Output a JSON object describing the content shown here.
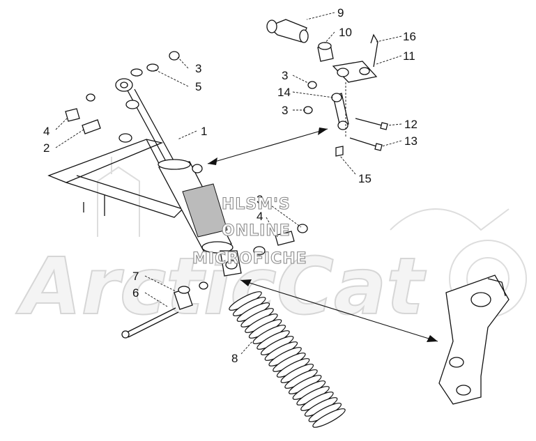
{
  "watermark": {
    "lines": [
      "HLSM'S",
      "ONLINE",
      "MICROFICHE"
    ],
    "brand": "ArcticCat"
  },
  "callouts": [
    {
      "id": "c9",
      "text": "9"
    },
    {
      "id": "c10",
      "text": "10"
    },
    {
      "id": "c16",
      "text": "16"
    },
    {
      "id": "c11",
      "text": "11"
    },
    {
      "id": "c3a",
      "text": "3"
    },
    {
      "id": "c5",
      "text": "5"
    },
    {
      "id": "c3b",
      "text": "3"
    },
    {
      "id": "c14",
      "text": "14"
    },
    {
      "id": "c3c",
      "text": "3"
    },
    {
      "id": "c12",
      "text": "12"
    },
    {
      "id": "c13",
      "text": "13"
    },
    {
      "id": "c15",
      "text": "15"
    },
    {
      "id": "c1",
      "text": "1"
    },
    {
      "id": "c4a",
      "text": "4"
    },
    {
      "id": "c2",
      "text": "2"
    },
    {
      "id": "c3d",
      "text": "3"
    },
    {
      "id": "c4b",
      "text": "4"
    },
    {
      "id": "c7",
      "text": "7"
    },
    {
      "id": "c6",
      "text": "6"
    },
    {
      "id": "c8",
      "text": "8"
    }
  ]
}
